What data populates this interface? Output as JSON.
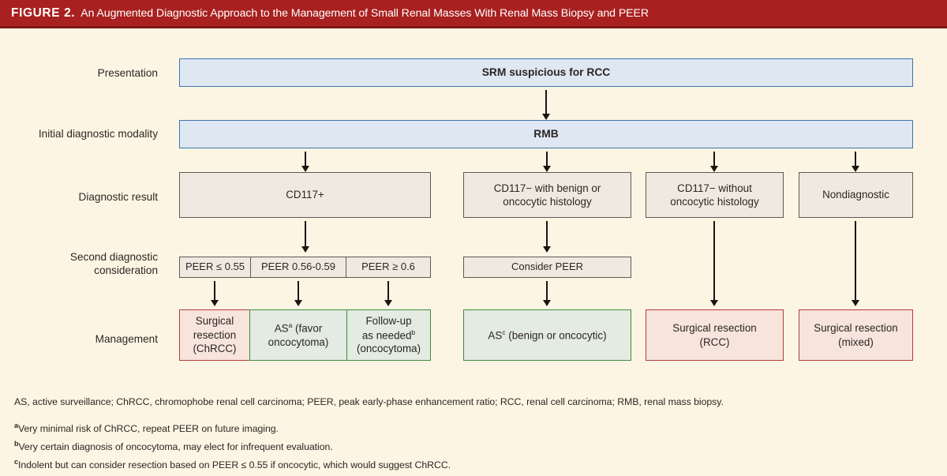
{
  "banner": {
    "figure_label": "FIGURE 2.",
    "title": "An Augmented Diagnostic Approach to the Management of Small Renal Masses With Renal Mass Biopsy and PEER",
    "bg_color": "#a8201f",
    "text_color": "#ffffff"
  },
  "page": {
    "background_color": "#fdf5e4"
  },
  "row_labels": {
    "presentation": "Presentation",
    "initial_modality": "Initial diagnostic modality",
    "diagnostic_result": "Diagnostic result",
    "second_consideration_line1": "Second diagnostic",
    "second_consideration_line2": "consideration",
    "management": "Management"
  },
  "nodes": {
    "presentation": {
      "label": "SRM suspicious for RCC",
      "fill": "#dfe7f3",
      "border": "#3b76ab"
    },
    "initial_modality": {
      "label": "RMB",
      "fill": "#dfe7f3",
      "border": "#3b76ab"
    },
    "diagnostic_results": [
      {
        "label": "CD117+",
        "fill": "#efeae1",
        "border": "#5e5953"
      },
      {
        "line1": "CD117− with benign or",
        "line2": "oncocytic histology",
        "fill": "#efeae1",
        "border": "#5e5953"
      },
      {
        "line1": "CD117− without",
        "line2": "oncocytic histology",
        "fill": "#efeae1",
        "border": "#5e5953"
      },
      {
        "label": "Nondiagnostic",
        "fill": "#efeae1",
        "border": "#5e5953"
      }
    ],
    "second_considerations": [
      {
        "label": "PEER ≤ 0.55",
        "fill": "#efeae1",
        "border": "#5e5953"
      },
      {
        "label": "PEER 0.56-0.59",
        "fill": "#efeae1",
        "border": "#5e5953"
      },
      {
        "label": "PEER ≥ 0.6",
        "fill": "#efeae1",
        "border": "#5e5953"
      },
      {
        "label": "Consider PEER",
        "fill": "#efeae1",
        "border": "#5e5953"
      }
    ],
    "management": [
      {
        "line1": "Surgical",
        "line2": "resection",
        "line3": "(ChRCC)",
        "fill": "#f7e4dd",
        "border": "#b33c38"
      },
      {
        "line1_pre": "AS",
        "line1_sup": "a",
        "line1_post": " (favor",
        "line2": "oncocytoma)",
        "fill": "#e3ebe2",
        "border": "#3f8b3e"
      },
      {
        "line1": "Follow-up",
        "line2_pre": "as needed",
        "line2_sup": "b",
        "line3": "(oncocytoma)",
        "fill": "#e3ebe2",
        "border": "#3f8b3e"
      },
      {
        "line1_pre": "AS",
        "line1_sup": "c",
        "line1_post": " (benign or oncocytic)",
        "fill": "#e3ebe2",
        "border": "#3f8b3e"
      },
      {
        "line1": "Surgical resection",
        "line2": "(RCC)",
        "fill": "#f7e4dd",
        "border": "#b33c38"
      },
      {
        "line1": "Surgical resection",
        "line2": "(mixed)",
        "fill": "#f7e4dd",
        "border": "#b33c38"
      }
    ]
  },
  "footnotes": {
    "abbreviations": "AS, active surveillance; ChRCC, chromophobe renal cell carcinoma; PEER, peak early-phase enhancement ratio; RCC, renal cell carcinoma; RMB, renal mass biopsy.",
    "items": [
      {
        "mark": "a",
        "text": "Very minimal risk of ChRCC, repeat PEER on future imaging."
      },
      {
        "mark": "b",
        "text": "Very certain diagnosis of oncocytoma, may elect for infrequent evaluation."
      },
      {
        "mark": "c",
        "text": "Indolent but can consider resection based on PEER ≤ 0.55 if oncocytic, which would suggest ChRCC."
      }
    ]
  }
}
